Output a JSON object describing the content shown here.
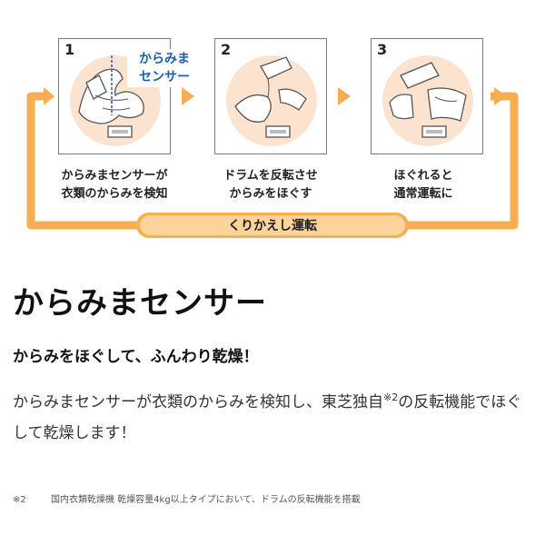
{
  "diagram": {
    "steps": [
      {
        "number": "1",
        "caption_line1": "からみまセンサーが",
        "caption_line2": "衣類のからみを検知"
      },
      {
        "number": "2",
        "caption_line1": "ドラムを反転させ",
        "caption_line2": "からみをほぐす"
      },
      {
        "number": "3",
        "caption_line1": "ほぐれると",
        "caption_line2": "通常運転に"
      }
    ],
    "sensor_label_line1": "からみま",
    "sensor_label_line2": "センサー",
    "repeat_label": "くりかえし運転",
    "colors": {
      "loop": "#f7ae52",
      "circle": "#fce3cf",
      "sensor_text": "#1a5fae",
      "pill_inner": "#fcd39b"
    }
  },
  "title": "からみまセンサー",
  "subtitle": "からみをほぐして、ふんわり乾燥！",
  "body": {
    "part1": "からみまセンサーが衣類のからみを検知し、東芝独自",
    "note_ref": "※2",
    "part2": "の反転機能でほぐして乾燥します！"
  },
  "footnote": {
    "mark": "※2",
    "text": "国内衣類乾燥機 乾燥容量4kg以上タイプにおいて、ドラムの反転機能を搭載"
  }
}
